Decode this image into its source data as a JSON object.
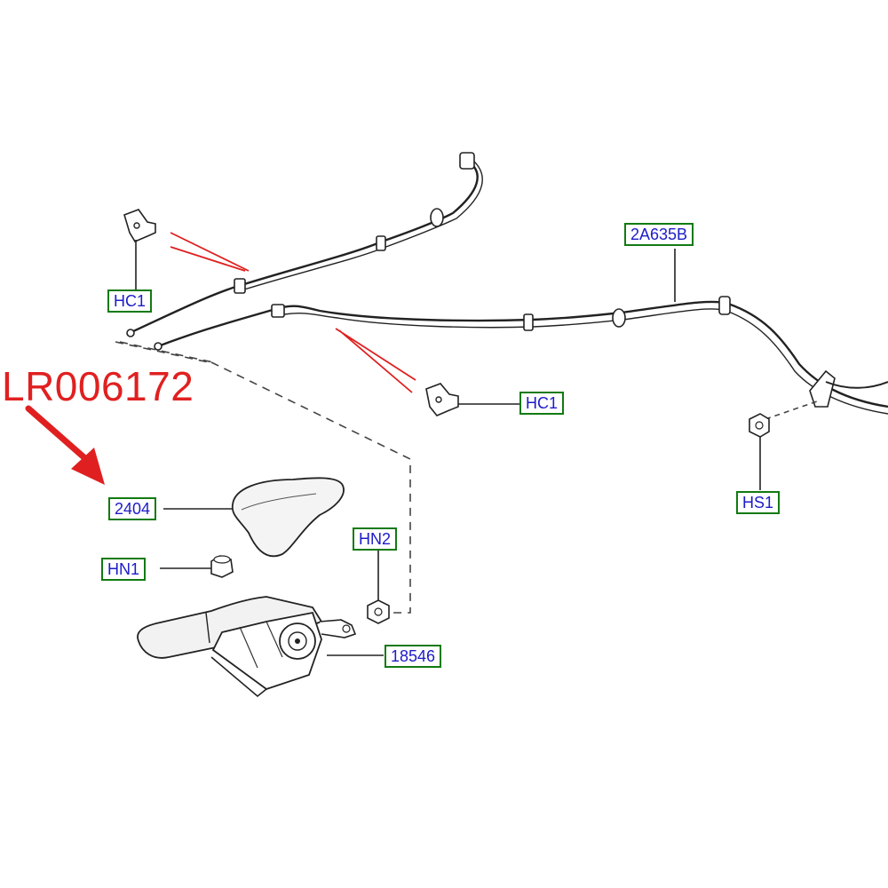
{
  "part_number": "LR006172",
  "callouts": {
    "hc1_upper": "HC1",
    "hc1_lower": "HC1",
    "cable": "2A635B",
    "grip": "2404",
    "hn1": "HN1",
    "hn2": "HN2",
    "lever": "18546",
    "hs1": "HS1"
  },
  "colors": {
    "label_border": "#127a12",
    "label_text": "#1c1cc8",
    "highlight": "#e02020",
    "line_art": "#222222"
  }
}
